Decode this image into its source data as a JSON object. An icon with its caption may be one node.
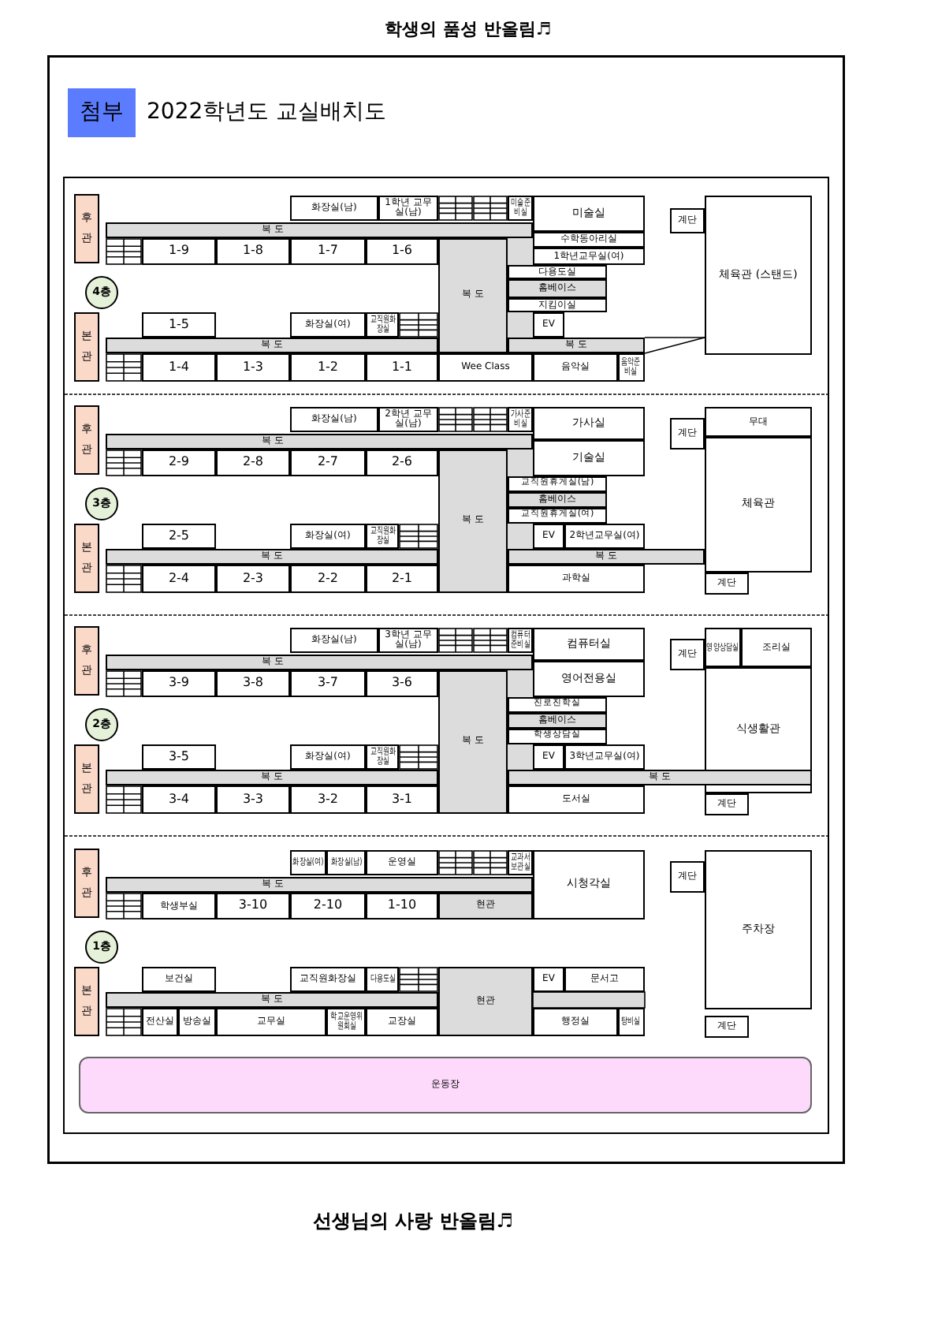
{
  "diagram": {
    "title": "2022학년도 교실배치도",
    "nodes": [
      {
        "text": [
          "첨부"
        ]
      },
      {
        "text": [
          "후관"
        ]
      },
      {
        "text": [
          "화장실(남)"
        ]
      },
      {
        "text": [
          "1학년 교무실(남)"
        ]
      },
      {
        "text": [
          "미술준비실"
        ]
      },
      {
        "text": [
          "미술실"
        ]
      },
      {
        "text": [
          "복 도"
        ]
      },
      {
        "text": [
          "1-9"
        ]
      },
      {
        "text": [
          "1-8"
        ]
      },
      {
        "text": [
          "1-7"
        ]
      },
      {
        "text": [
          "1-6"
        ]
      },
      {
        "text": [
          "수학동아리실"
        ]
      },
      {
        "text": [
          "1학년교무실(여)"
        ]
      },
      {
        "text": [
          "계단"
        ]
      },
      {
        "text": [
          "체육관 (스탠드)"
        ]
      },
      {
        "text": [
          "4층"
        ]
      },
      {
        "text": [
          "복 도"
        ]
      },
      {
        "text": [
          "다용도실"
        ]
      },
      {
        "text": [
          "홈베이스"
        ]
      },
      {
        "text": [
          "지킴이실"
        ]
      },
      {
        "text": [
          "본관"
        ]
      },
      {
        "text": [
          "1-5"
        ]
      },
      {
        "text": [
          "화장실(여)"
        ]
      },
      {
        "text": [
          "교직원화장실"
        ]
      },
      {
        "text": [
          "EV"
        ]
      },
      {
        "text": [
          "복 도"
        ]
      },
      {
        "text": [
          "복 도"
        ]
      },
      {
        "text": [
          "1-4"
        ]
      },
      {
        "text": [
          "1-3"
        ]
      },
      {
        "text": [
          "1-2"
        ]
      },
      {
        "text": [
          "1-1"
        ]
      },
      {
        "text": [
          "Wee Class"
        ]
      },
      {
        "text": [
          "음악실"
        ]
      },
      {
        "text": [
          "음악준비실"
        ]
      },
      {
        "text": [
          "후관"
        ]
      },
      {
        "text": [
          "화장실(남)"
        ]
      },
      {
        "text": [
          "2학년 교무실(남)"
        ]
      },
      {
        "text": [
          "가사준비실"
        ]
      },
      {
        "text": [
          "가사실"
        ]
      },
      {
        "text": [
          "계단"
        ]
      },
      {
        "text": [
          "무대"
        ]
      },
      {
        "text": [
          "복 도"
        ]
      },
      {
        "text": [
          "2-9"
        ]
      },
      {
        "text": [
          "2-8"
        ]
      },
      {
        "text": [
          "2-7"
        ]
      },
      {
        "text": [
          "2-6"
        ]
      },
      {
        "text": [
          "기술실"
        ]
      },
      {
        "text": [
          "3층"
        ]
      },
      {
        "text": [
          "복 도"
        ]
      },
      {
        "text": [
          "교직원휴게실(남)"
        ]
      },
      {
        "text": [
          "홈베이스"
        ]
      },
      {
        "text": [
          "교직원휴게실(여)"
        ]
      },
      {
        "text": [
          "체육관"
        ]
      },
      {
        "text": [
          "본관"
        ]
      },
      {
        "text": [
          "2-5"
        ]
      },
      {
        "text": [
          "화장실(여)"
        ]
      },
      {
        "text": [
          "교직원화장실"
        ]
      },
      {
        "text": [
          "EV"
        ]
      },
      {
        "text": [
          "2학년교무실(여)"
        ]
      },
      {
        "text": [
          "복 도"
        ]
      },
      {
        "text": [
          "복 도"
        ]
      },
      {
        "text": [
          "2-4"
        ]
      },
      {
        "text": [
          "2-3"
        ]
      },
      {
        "text": [
          "2-2"
        ]
      },
      {
        "text": [
          "2-1"
        ]
      },
      {
        "text": [
          "과학실"
        ]
      },
      {
        "text": [
          "계단"
        ]
      },
      {
        "text": [
          "후관"
        ]
      },
      {
        "text": [
          "화장실(남)"
        ]
      },
      {
        "text": [
          "3학년 교무실(남)"
        ]
      },
      {
        "text": [
          "컴퓨터준비실"
        ]
      },
      {
        "text": [
          "컴퓨터실"
        ]
      },
      {
        "text": [
          "계단"
        ]
      },
      {
        "text": [
          "영양상담실"
        ]
      },
      {
        "text": [
          "조리실"
        ]
      },
      {
        "text": [
          "복 도"
        ]
      },
      {
        "text": [
          "3-9"
        ]
      },
      {
        "text": [
          "3-8"
        ]
      },
      {
        "text": [
          "3-7"
        ]
      },
      {
        "text": [
          "3-6"
        ]
      },
      {
        "text": [
          "영어전용실"
        ]
      },
      {
        "text": [
          "2층"
        ]
      },
      {
        "text": [
          "복 도"
        ]
      },
      {
        "text": [
          "진로진학실"
        ]
      },
      {
        "text": [
          "홈베이스"
        ]
      },
      {
        "text": [
          "학생상담실"
        ]
      },
      {
        "text": [
          "식생활관"
        ]
      },
      {
        "text": [
          "본관"
        ]
      },
      {
        "text": [
          "3-5"
        ]
      },
      {
        "text": [
          "화장실(여)"
        ]
      },
      {
        "text": [
          "교직원화장실"
        ]
      },
      {
        "text": [
          "EV"
        ]
      },
      {
        "text": [
          "3학년교무실(여)"
        ]
      },
      {
        "text": [
          "복 도"
        ]
      },
      {
        "text": [
          "복 도"
        ]
      },
      {
        "text": [
          "3-4"
        ]
      },
      {
        "text": [
          "3-3"
        ]
      },
      {
        "text": [
          "3-2"
        ]
      },
      {
        "text": [
          "3-1"
        ]
      },
      {
        "text": [
          "도서실"
        ]
      },
      {
        "text": [
          "계단"
        ]
      },
      {
        "text": [
          "후관"
        ]
      },
      {
        "text": [
          "화장실(여)"
        ]
      },
      {
        "text": [
          "화장실(남)"
        ]
      },
      {
        "text": [
          "운영실"
        ]
      },
      {
        "text": [
          "교과서보관실"
        ]
      },
      {
        "text": [
          "시청각실"
        ]
      },
      {
        "text": [
          "계단"
        ]
      },
      {
        "text": [
          "주차장"
        ]
      },
      {
        "text": [
          "복 도"
        ]
      },
      {
        "text": [
          "학생부실"
        ]
      },
      {
        "text": [
          "3-10"
        ]
      },
      {
        "text": [
          "2-10"
        ]
      },
      {
        "text": [
          "1-10"
        ]
      },
      {
        "text": [
          "현관"
        ]
      },
      {
        "text": [
          "1층"
        ]
      },
      {
        "text": [
          "본관"
        ]
      },
      {
        "text": [
          "보건실"
        ]
      },
      {
        "text": [
          "교직원화장실"
        ]
      },
      {
        "text": [
          "다용도실"
        ]
      },
      {
        "text": [
          "현관"
        ]
      },
      {
        "text": [
          "EV"
        ]
      },
      {
        "text": [
          "문서고"
        ]
      },
      {
        "text": [
          "복 도"
        ]
      },
      {
        "text": [
          "전산실"
        ]
      },
      {
        "text": [
          "방송실"
        ]
      },
      {
        "text": [
          "교무실"
        ]
      },
      {
        "text": [
          "학교운영위원회실"
        ]
      },
      {
        "text": [
          "교장실"
        ]
      },
      {
        "text": [
          "행정실"
        ]
      },
      {
        "text": [
          "탕비실"
        ]
      },
      {
        "text": [
          "계단"
        ]
      },
      {
        "text": [
          "운동장"
        ]
      }
    ],
    "labels": [
      "학생의 품성 반올림♬",
      "선생님의 사랑 반올림♬"
    ]
  }
}
